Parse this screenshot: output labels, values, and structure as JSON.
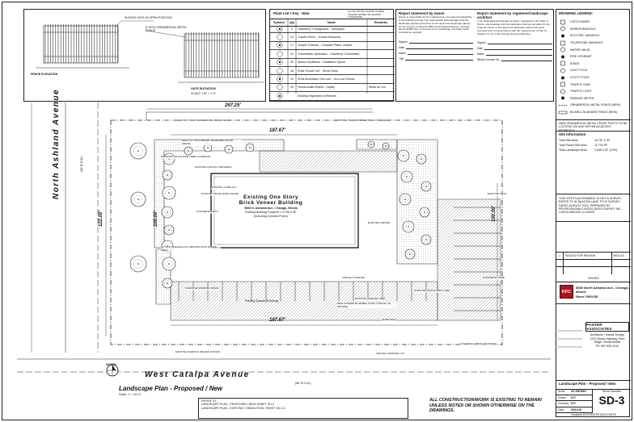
{
  "elevation": {
    "gate_label": "SLIDING GATE IN OPEN POSITION",
    "fence_label": "6' HIGH ORNAMENTAL METAL FENCE",
    "title_left": "FENCE ELEVATION",
    "title_right": "GATE ELEVATION",
    "scale": "SCALE: 1/8\" = 1'-0\""
  },
  "plant_list": {
    "title": "Plant List / Key - New",
    "note": "ALL PLANTING SHOWN IS NEW UNLESS NOTED OR SHOWN OTHERWISE.",
    "headers": [
      "Symbol",
      "Qty",
      "Name",
      "Remarks"
    ],
    "rows": [
      {
        "qty": "9",
        "name": "Hackberry 'Chicagoland' - Sandpiper",
        "remarks": ""
      },
      {
        "qty": "14",
        "name": "Coyote Green - Korean Boxwood",
        "remarks": ""
      },
      {
        "qty": "17",
        "name": "Juniper Chinese - Compact Pfitzer Juniper",
        "remarks": ""
      },
      {
        "qty": "22",
        "name": "Cotoneaster Apiculatus - Cranberry Cotoneaster",
        "remarks": ""
      },
      {
        "qty": "30",
        "name": "Spirea Goldflame - Goldflame Spirea",
        "remarks": ""
      },
      {
        "qty": "18",
        "name": "Rosa 'Knock Out' - Shrub Rose",
        "remarks": ""
      },
      {
        "qty": "19",
        "name": "Rhus Aromatica 'Gro-Low' - Gro-Low Sumac",
        "remarks": ""
      },
      {
        "qty": "25",
        "name": "Hemerocallis Hybrid - Daylily",
        "remarks": "Stella de Oro"
      },
      {
        "qty": "",
        "name": "Existing Vegetation to Remain",
        "remarks": ""
      }
    ]
  },
  "statements": {
    "owner_title": "Report statement by owner",
    "owner_body": "Owner is responsible for the maintenance of required landscaping in the following format: The undersigned acknowledges that the landscape planting and plans on the approved landscape plan(s) for the property located at 5600 North Ashland Avenue, Chicago, Illinois 60660 has, to the best of my knowledge and belief, been provided as required.",
    "owner_fields": [
      "Signed",
      "Date",
      "Name",
      "Title"
    ],
    "architect_title": "Report statement by registered landscape architect",
    "architect_body": "I, the undersigned landscape architect, registered in the State of Illinois, acknowledge that the landscape planting and plans for the property shown on the approved landscape plan(s) has been reviewed and is in accordance with the requirements of Title 17, Chapter 17-11 of the Chicago Zoning Ordinance.",
    "architect_fields": [
      "Signed",
      "Date",
      "Name",
      "Illinois License No."
    ]
  },
  "drawing_legend": {
    "title": "DRAWING LEGEND:",
    "items": [
      "CATCH BASIN",
      "SEWER MANHOLE",
      "ELECTRIC MANHOLE",
      "TELEPHONE MANHOLE",
      "WATER VALVE",
      "FIRE HYDRANT",
      "B-BOX",
      "LIGHT POLE",
      "UTILITY POLE",
      "TRAFFIC SIGN",
      "TRAFFIC LIGHT",
      "PARKING METER",
      "ORNAMENTAL METAL FENCE (NEW)",
      "BOARD-ON-BOARD FENCE (NEW)"
    ]
  },
  "site_notes": {
    "fence_note": "NEW ORNAMENTAL METAL FENCE POSTS TO BE LOCATED ON AND WITHIN ADJACENT PROPERTY.",
    "info_title": "Site Information",
    "info_rows": [
      {
        "label": "Total Site Area:",
        "value": "19,767.0 SF"
      },
      {
        "label": "Total Paved Site Area:",
        "value": "11,733 SF"
      },
      {
        "label": "Total Landscape Area:",
        "value": "2,846.0 SF (14%)"
      }
    ],
    "survey_note": "THIS SITE PLAN DRAWING IS NOT A SURVEY. REFER TO ALTA/ACSM LAND TITLE SURVEY, DATED AUGUST 2015, PREPARED BY PROFESSIONALS ASSOCIATED SURVEY INC., LINCOLNWOOD, ILLINOIS."
  },
  "revisions": {
    "rows": [
      {
        "no": "1",
        "text": "ISSUED FOR REVIEW",
        "date": "09/11/15"
      },
      {
        "no": "",
        "text": "",
        "date": ""
      },
      {
        "no": "",
        "text": "",
        "date": ""
      }
    ],
    "caption": "ISSUED"
  },
  "client": {
    "logo": "KFC",
    "address": "5600 North Ashland Ave., Chicago, Illinois",
    "store": "Store Y500155"
  },
  "firm": {
    "name": "PANTER ASSOCIATES",
    "sub": "Architects / Interior Design",
    "address": "1221 Busse Highway, Park Ridge, Illinois 60068",
    "phone": "Ph: 847.825.1910"
  },
  "sheet_info": {
    "project_title": "Landscape Plan - Proposed / New",
    "labels": [
      "Scale",
      "Drawn",
      "Checked",
      "Date"
    ],
    "values": [
      "AS SHOWN",
      "K.P.",
      "D.P.",
      "09/11/15"
    ],
    "sheet_label": "Sheet Number",
    "sheet_number": "SD-3",
    "copyright": "Copyright 2015 PANTER ASSOCIATES"
  },
  "plan": {
    "street_north": "North Ashland Avenue",
    "street_south": "West Catalpa Avenue",
    "row_width_north": "(80' R.O.W.)",
    "row_width_south": "(66' R.O.W.)",
    "dim_top": "267.25'",
    "dim_inner_top": "187.67'",
    "dim_inner_bottom": "187.67'",
    "dim_left": "122.00'",
    "dim_left2": "100.00'",
    "dim_right": "100.00'",
    "building_title": "Existing One Story\nBrick Veneer Building",
    "building_address": "5600 N. Ashland Ave., Chicago, Illinois",
    "building_sub": "Existing Building Footprint = 3,700.0 SF\n(Including Covered Porch)",
    "north_label": "NORTH",
    "parking_label": "Parking Spaces (Existing)",
    "notes": [
      "NEW 6'-0\" HIGH ORNAMENTAL METAL FENCE",
      "NEW 6'-0\" HIGH BOARD-ON-BOARD WOOD FENCE",
      "EXISTING OR CALIPER TREE TO REMAIN",
      "Existing Asphalt Driveway",
      "Concrete Walk",
      "Asphalt Parking",
      "Existing Curb Cut",
      "Existing Trash Enclosure",
      "Electric Meter",
      "Existing Drive-Thru Lane",
      "NEW CONCRETE WHEEL STOP (TYPICAL AS SHOWN)",
      "Stop Sign",
      "Asphalt Parking Lot",
      "Concrete Curb",
      "Existing Grease Trap",
      "Existing Sign",
      "Handicap Parking Space",
      "10' SITE TRIANGLE NO OBSTRUCTION IN THIS AREA",
      "Existing Parking Spaces Shown",
      "9' Parking Space (Existing)",
      "Existing Transformer Pole to Remain"
    ]
  },
  "title_block_bottom": {
    "plan_title": "Landscape Plan - Proposed / New",
    "plan_scale": "Scale: 1\" = 10'-0\"",
    "refer_to": "REFER TO:",
    "refs": [
      "LANDSCAPE PLAN - PROPOSED / NEW, SHEET SD-3",
      "LANDSCAPE PLAN - EXISTING / DEMOLITION, SHEET SD-3.1"
    ],
    "work_note": "ALL CONSTRUCTION/WORK IS EXISTING TO REMAIN UNLESS NOTED OR SHOWN OTHERWISE ON THE DRAWINGS."
  }
}
